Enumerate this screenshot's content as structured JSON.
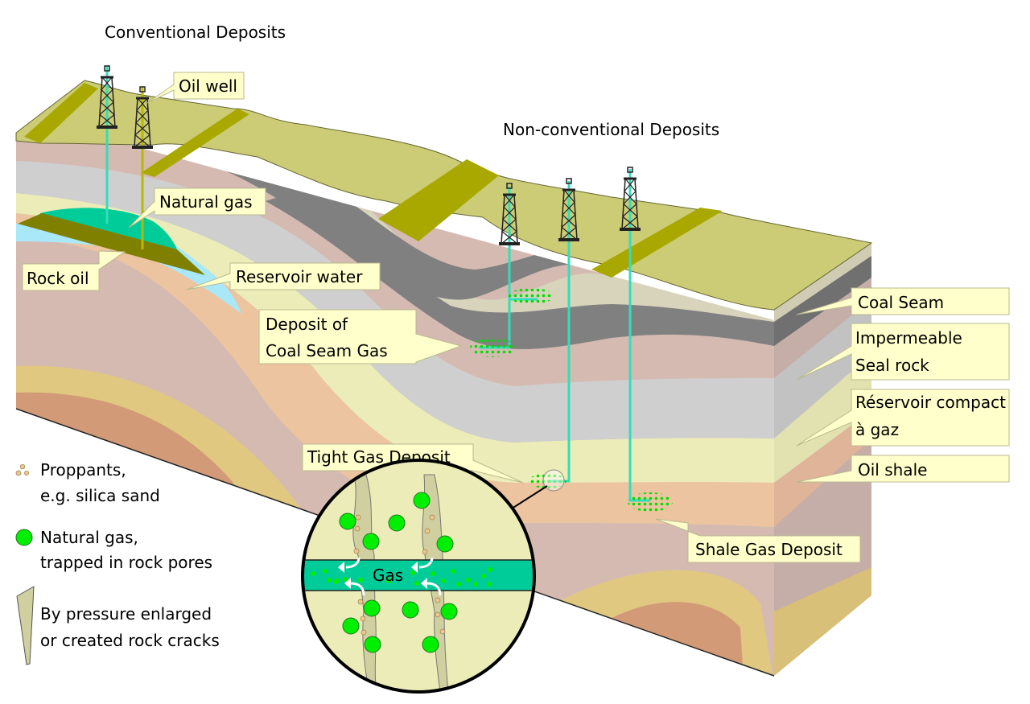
{
  "titles": {
    "conventional": "Conventional Deposits",
    "nonconventional": "Non-conventional Deposits"
  },
  "labels": {
    "oil_well": "Oil well",
    "natural_gas": "Natural gas",
    "rock_oil": "Rock oil",
    "reservoir_water": "Reservoir water",
    "coal_seam_gas_line1": "Deposit of",
    "coal_seam_gas_line2": "Coal Seam Gas",
    "tight_gas": "Tight Gas Deposit",
    "shale_gas": "Shale Gas Deposit",
    "coal_seam": "Coal Seam",
    "seal_rock_line1": "Impermeable",
    "seal_rock_line2": "Seal rock",
    "reservoir_compact_line1": "Réservoir compact",
    "reservoir_compact_line2": "à gaz",
    "oil_shale": "Oil shale",
    "gas": "Gas"
  },
  "legend": [
    {
      "icon": "proppants-icon",
      "line1": "Proppants,",
      "line2": "e.g. silica sand"
    },
    {
      "icon": "gas-bubble-icon",
      "line1": "Natural gas,",
      "line2": "trapped in rock pores"
    },
    {
      "icon": "rock-crack-icon",
      "line1": "By pressure enlarged",
      "line2": "or created rock cracks"
    }
  ],
  "colors": {
    "surface": "#cccc77",
    "surface_stripe": "#a8a800",
    "coal": "#808080",
    "sandstone_light": "#d8d4bc",
    "pink_rock": "#d5bab2",
    "seal_rock": "#cfcfcf",
    "tight_reservoir": "#ececb8",
    "oil_shale": "#ecc4a0",
    "deep_yellow": "#e0c880",
    "deep_orange": "#d39a78",
    "natural_gas": "#00cc99",
    "rock_oil": "#808000",
    "water": "#a8e8f8",
    "well_pipe": "#33ddbb",
    "gas_dot": "#00e000",
    "callout_fill": "#ffffcc"
  }
}
